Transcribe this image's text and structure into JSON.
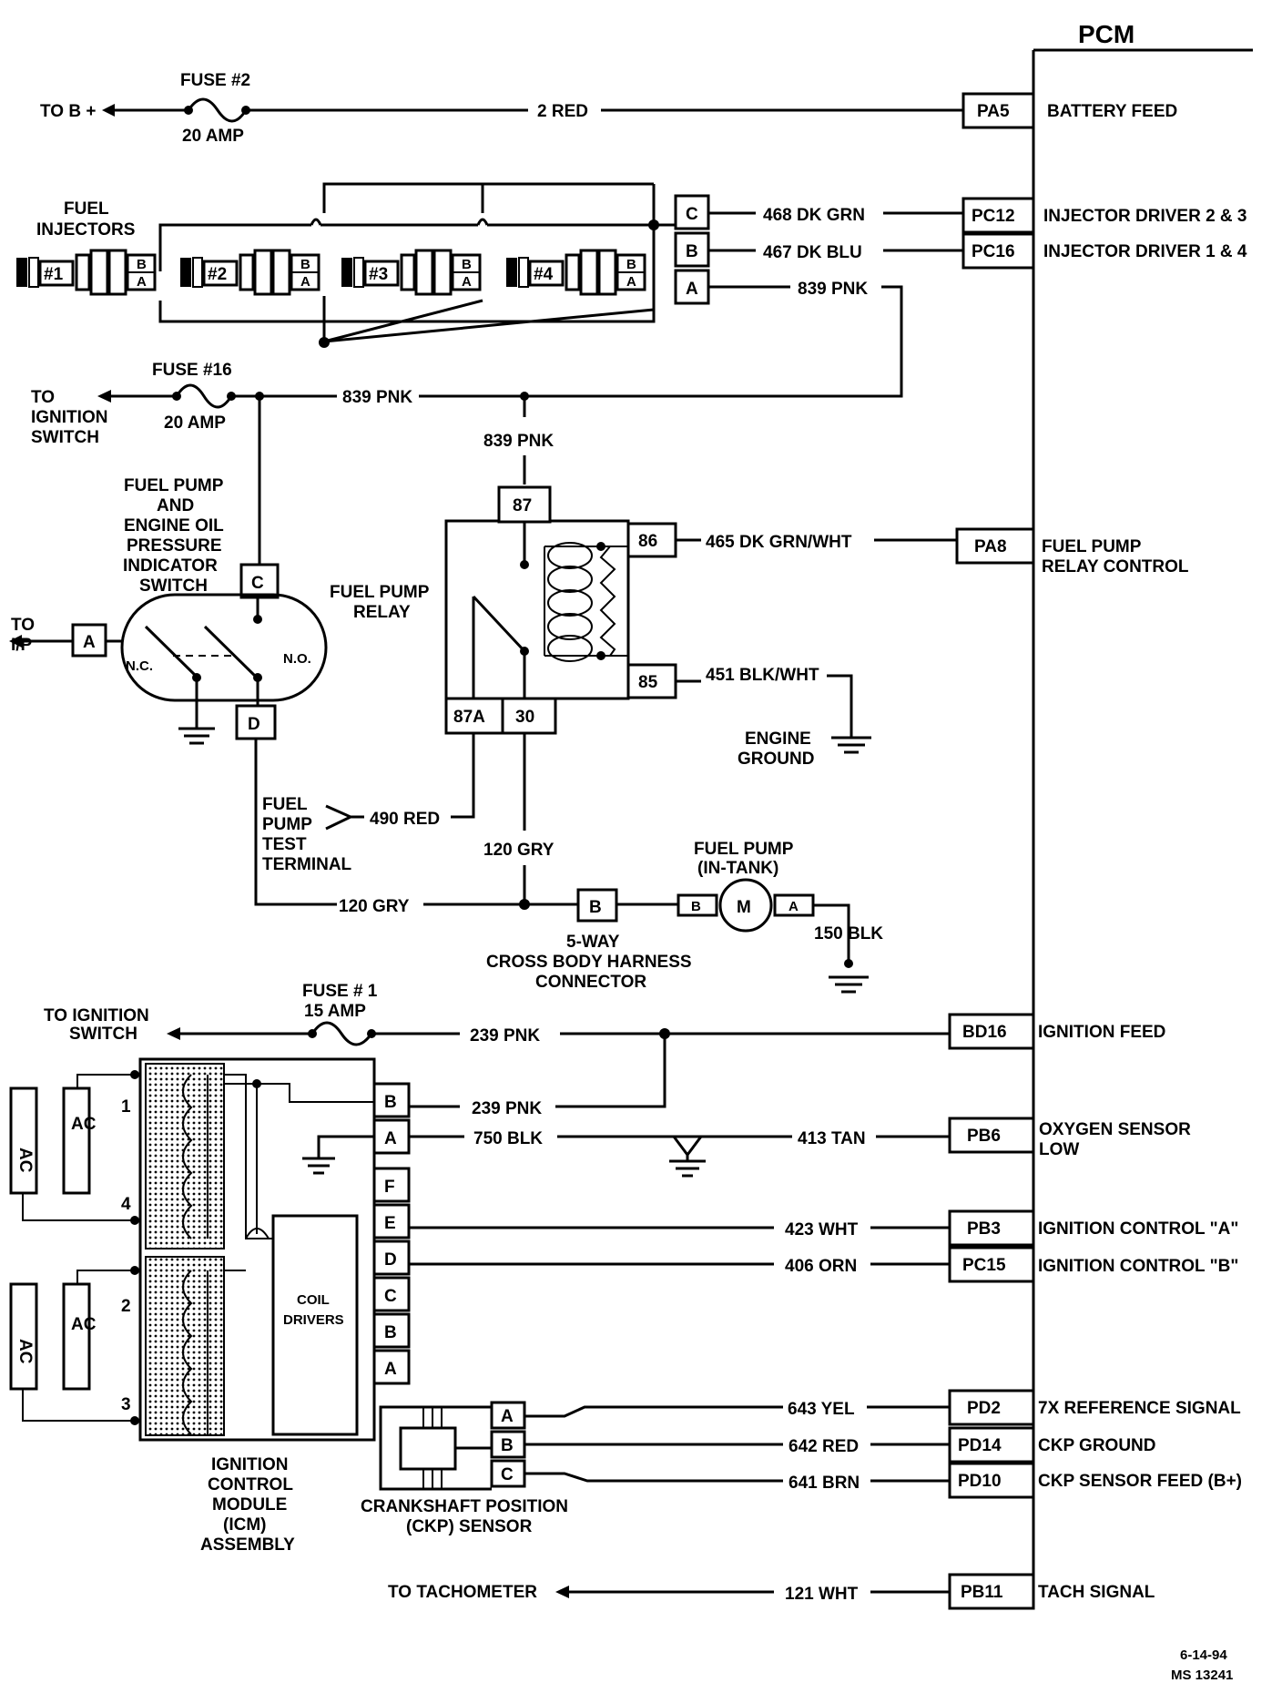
{
  "pcm": {
    "title": "PCM"
  },
  "fuse2": {
    "name": "FUSE #2",
    "rating": "20 AMP",
    "to": "TO B +"
  },
  "fuse16": {
    "name": "FUSE #16",
    "rating": "20 AMP",
    "to": [
      "TO",
      "IGNITION",
      "SWITCH"
    ]
  },
  "fuse1": {
    "name": "FUSE # 1",
    "rating": "15 AMP",
    "to": [
      "TO IGNITION",
      "SWITCH"
    ]
  },
  "pcm_terminals": [
    {
      "pin": "PA5",
      "label": "BATTERY FEED"
    },
    {
      "pin": "PC12",
      "label": "INJECTOR DRIVER 2 & 3"
    },
    {
      "pin": "PC16",
      "label": "INJECTOR DRIVER 1 & 4"
    },
    {
      "pin": "PA8",
      "label": [
        "FUEL PUMP",
        "RELAY CONTROL"
      ]
    },
    {
      "pin": "BD16",
      "label": "IGNITION FEED"
    },
    {
      "pin": "PB6",
      "label": [
        "OXYGEN SENSOR",
        "LOW"
      ]
    },
    {
      "pin": "PB3",
      "label": "IGNITION CONTROL \"A\""
    },
    {
      "pin": "PC15",
      "label": "IGNITION CONTROL \"B\""
    },
    {
      "pin": "PD2",
      "label": "7X REFERENCE SIGNAL"
    },
    {
      "pin": "PD14",
      "label": "CKP GROUND"
    },
    {
      "pin": "PD10",
      "label": "CKP SENSOR FEED (B+)"
    },
    {
      "pin": "PB11",
      "label": "TACH SIGNAL"
    }
  ],
  "wires": {
    "w2red": "2 RED",
    "w468": "468 DK GRN",
    "w467": "467 DK BLU",
    "w839a": "839 PNK",
    "w839b": "839 PNK",
    "w839c": "839 PNK",
    "w465": "465 DK GRN/WHT",
    "w451": "451 BLK/WHT",
    "w490": "490 RED",
    "w120a": "120 GRY",
    "w120b": "120 GRY",
    "w150": "150 BLK",
    "w239a": "239 PNK",
    "w239b": "239 PNK",
    "w750": "750 BLK",
    "w413": "413 TAN",
    "w423": "423 WHT",
    "w406": "406 ORN",
    "w643": "643 YEL",
    "w642": "642 RED",
    "w641": "641 BRN",
    "w121": "121 WHT"
  },
  "injectors": {
    "title": [
      "FUEL",
      "INJECTORS"
    ],
    "items": [
      "#1",
      "#2",
      "#3",
      "#4"
    ],
    "pin_b": "B",
    "pin_a": "A",
    "connector": [
      "C",
      "B",
      "A"
    ]
  },
  "switch": {
    "title": [
      "FUEL PUMP",
      "AND",
      "ENGINE OIL",
      "PRESSURE",
      "INDICATOR",
      "SWITCH"
    ],
    "pin_c": "C",
    "pin_a": "A",
    "pin_d": "D",
    "nc": "N.C.",
    "no": "N.O.",
    "to_ip": [
      "TO",
      "I/P"
    ]
  },
  "relay": {
    "title": [
      "FUEL PUMP",
      "RELAY"
    ],
    "p87": "87",
    "p86": "86",
    "p85": "85",
    "p87a": "87A",
    "p30": "30"
  },
  "engine_ground": [
    "ENGINE",
    "GROUND"
  ],
  "test_terminal": [
    "FUEL",
    "PUMP",
    "TEST",
    "TERMINAL"
  ],
  "fuel_pump": {
    "title": [
      "FUEL PUMP",
      "(IN-TANK)"
    ],
    "b": "B",
    "m": "M",
    "a": "A"
  },
  "harness": {
    "pin": "B",
    "title": [
      "5-WAY",
      "CROSS BODY HARNESS",
      "CONNECTOR"
    ]
  },
  "icm": {
    "title": [
      "IGNITION",
      "CONTROL",
      "MODULE",
      "(ICM)",
      "ASSEMBLY"
    ],
    "pins": [
      "B",
      "A",
      "F",
      "E",
      "D",
      "C",
      "B",
      "A"
    ],
    "coil_drivers": [
      "COIL",
      "DRIVERS"
    ],
    "plugs": [
      "1",
      "4",
      "2",
      "3"
    ],
    "plug_mark": "AC"
  },
  "ckp": {
    "title": [
      "CRANKSHAFT POSITION",
      "(CKP) SENSOR"
    ],
    "pins": [
      "A",
      "B",
      "C"
    ]
  },
  "tach": {
    "to": "TO TACHOMETER"
  },
  "footer": {
    "date": "6-14-94",
    "code": "MS 13241"
  }
}
